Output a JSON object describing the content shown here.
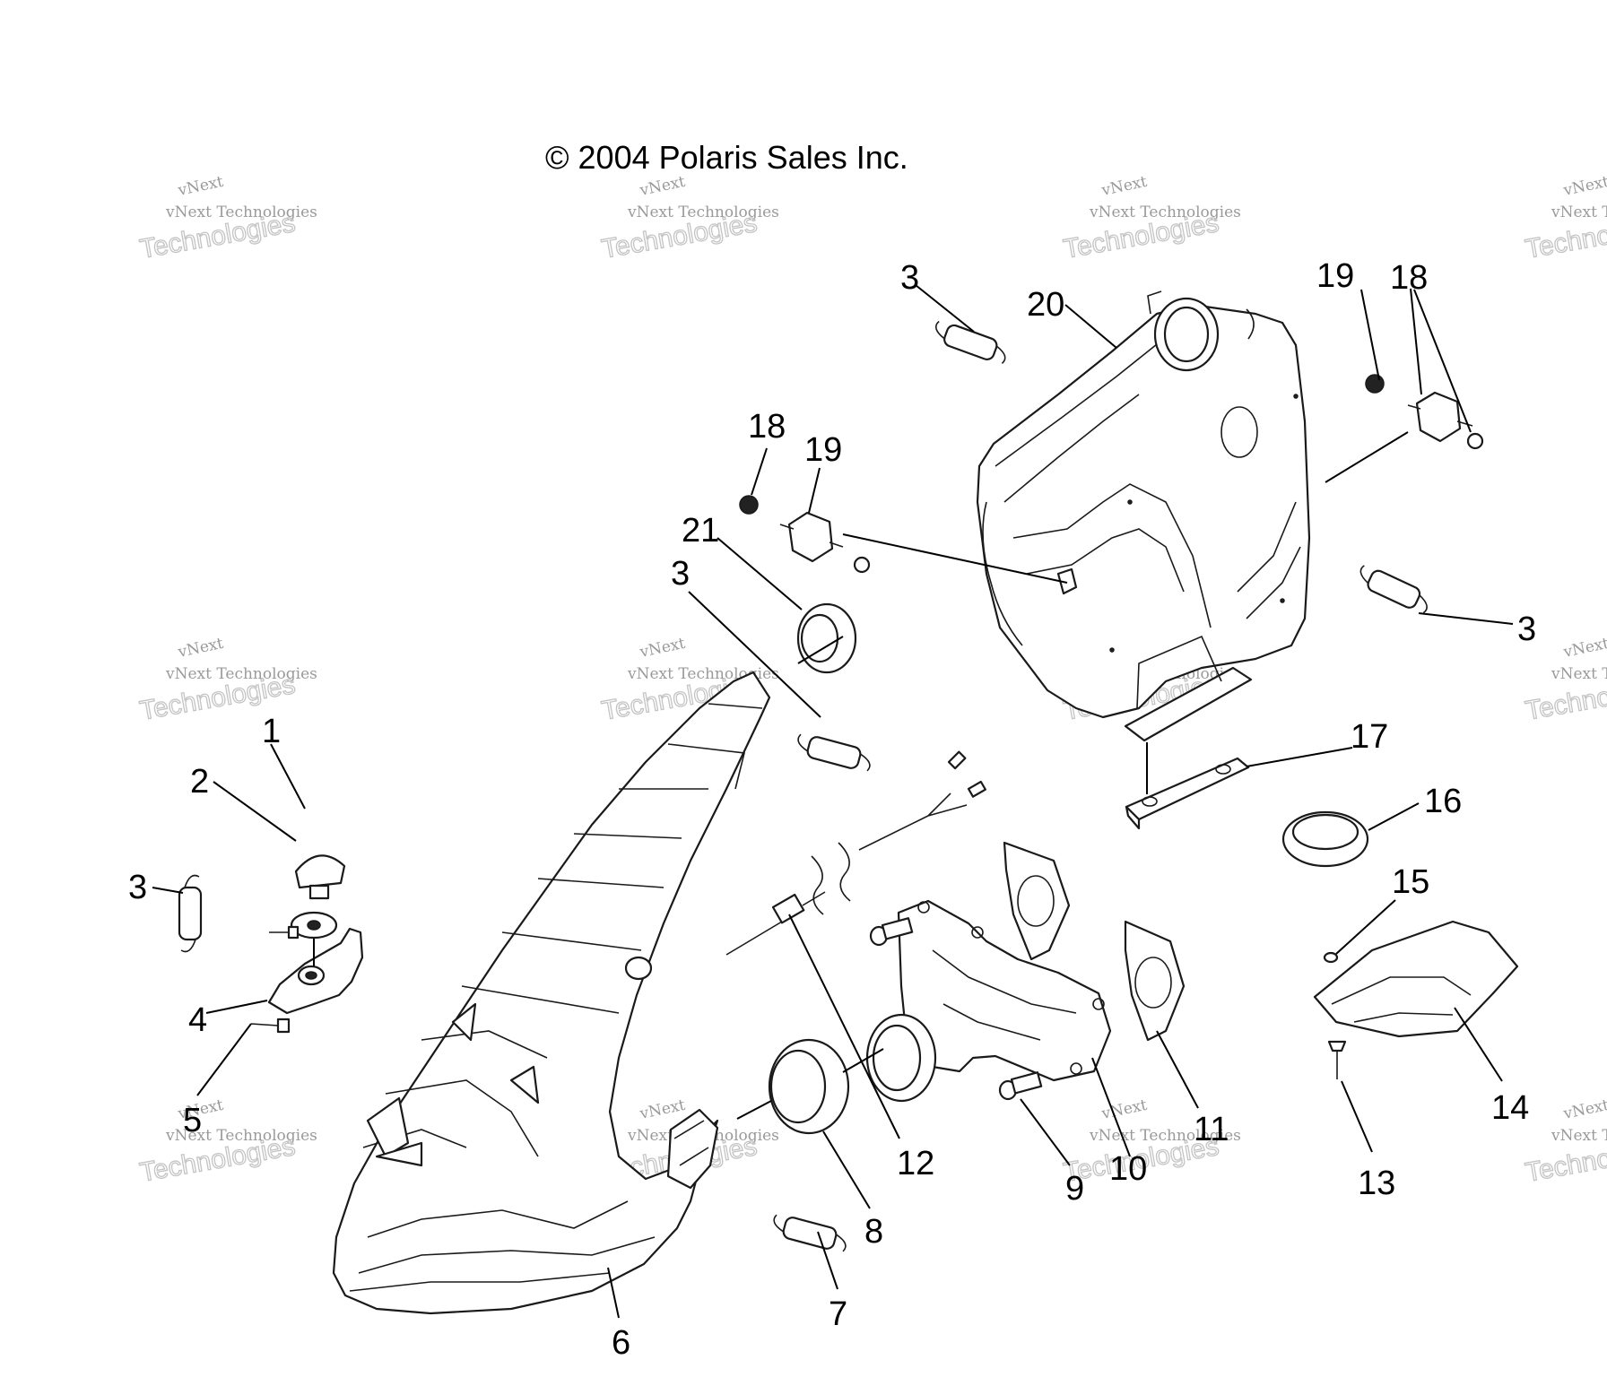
{
  "copyright": "© 2004 Polaris Sales Inc.",
  "watermark": {
    "line1": "vNext",
    "line2": "vNext Technologies",
    "line3": "Technologies"
  },
  "callouts": {
    "c1": "1",
    "c2": "2",
    "c3a": "3",
    "c3b": "3",
    "c3c": "3",
    "c3d": "3",
    "c4": "4",
    "c5": "5",
    "c6": "6",
    "c7": "7",
    "c8": "8",
    "c9": "9",
    "c10": "10",
    "c11": "11",
    "c12": "12",
    "c13": "13",
    "c14": "14",
    "c15": "15",
    "c16": "16",
    "c17": "17",
    "c18a": "18",
    "c18b": "18",
    "c19a": "19",
    "c19b": "19",
    "c20": "20",
    "c21": "21"
  },
  "colors": {
    "line": "#1a1a1a",
    "watermark": "#9a9a9a"
  }
}
